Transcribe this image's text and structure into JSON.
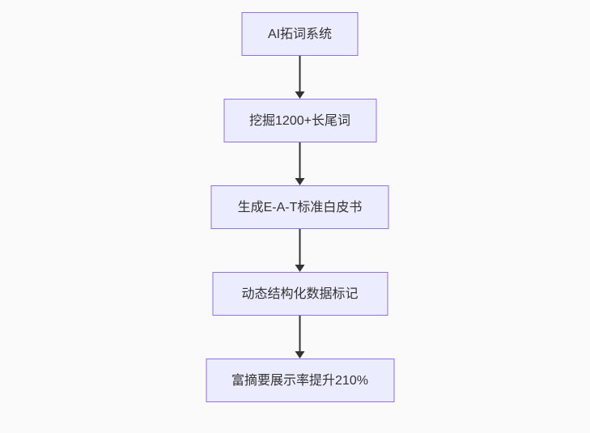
{
  "diagram": {
    "type": "flowchart",
    "direction": "top-down",
    "nodes": [
      {
        "label": "AI拓词系统"
      },
      {
        "label": "挖掘1200+长尾词"
      },
      {
        "label": "生成E-A-T标准白皮书"
      },
      {
        "label": "动态结构化数据标记"
      },
      {
        "label": "富摘要展示率提升210%"
      }
    ],
    "edges": [
      {
        "from": 0,
        "to": 1
      },
      {
        "from": 1,
        "to": 2
      },
      {
        "from": 2,
        "to": 3
      },
      {
        "from": 3,
        "to": 4
      }
    ]
  },
  "colors": {
    "background": "#fafafa",
    "node_fill": "#ECECFF",
    "node_border": "#9370DB",
    "arrow": "#333333",
    "text": "#333333"
  }
}
